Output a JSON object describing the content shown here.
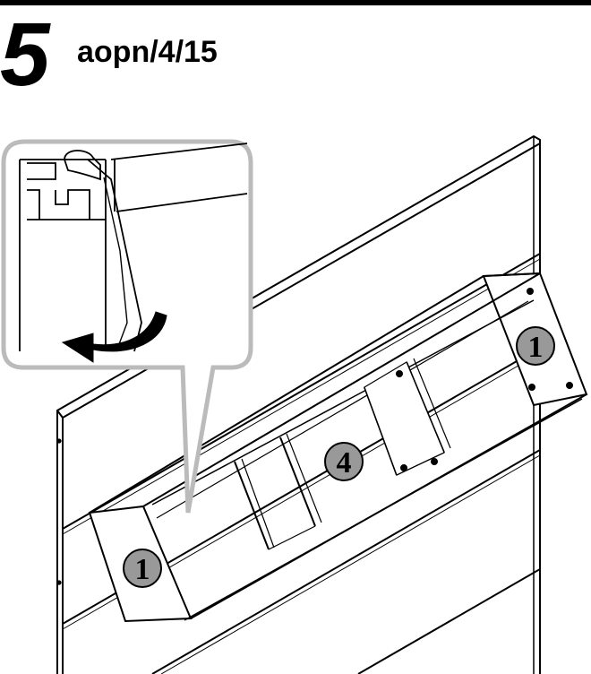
{
  "header": {
    "step_number": "5",
    "step_code": "aopn/4/15"
  },
  "callouts": [
    {
      "label": "1",
      "target": "right-side-panel"
    },
    {
      "label": "4",
      "target": "center-divider"
    },
    {
      "label": "1",
      "target": "left-side-panel"
    }
  ],
  "colors": {
    "line": "#000000",
    "badge_fill": "#999999",
    "zoom_frame": "#bbbbbb",
    "arrow": "#000000"
  },
  "icons": {
    "rotation_arrow": "curved-arrow-icon"
  }
}
